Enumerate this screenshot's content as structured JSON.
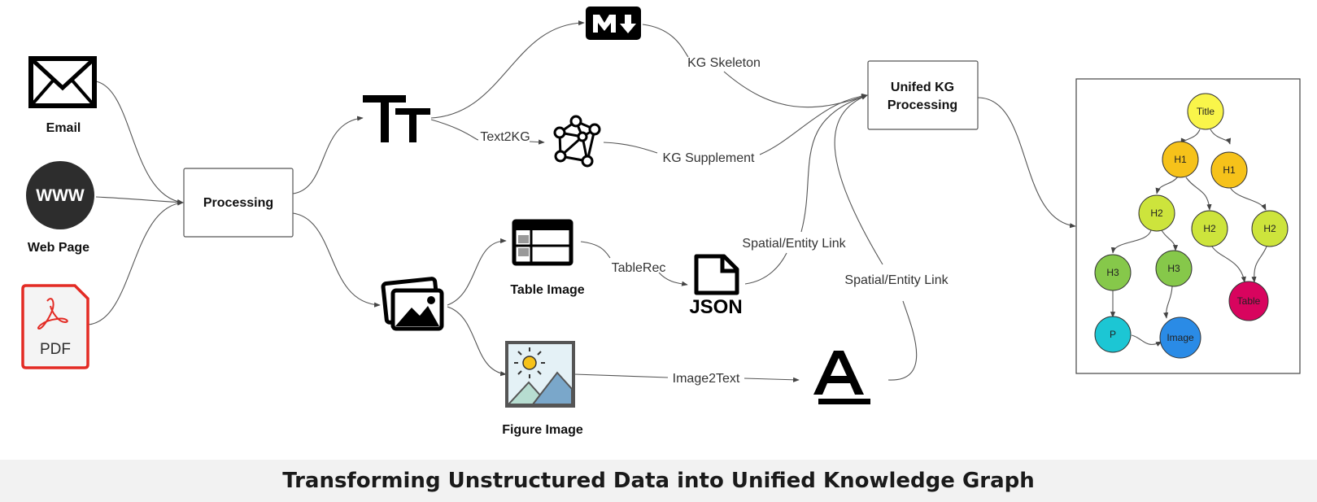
{
  "labels": {
    "email": "Email",
    "webpage": "Web Page",
    "www": "WWW",
    "pdf": "PDF",
    "processing": "Processing",
    "unified_line1": "Unifed KG",
    "unified_line2": "Processing",
    "kg_skeleton": "KG Skeleton",
    "text2kg": "Text2KG",
    "kg_supplement": "KG Supplement",
    "table_image": "Table Image",
    "tablerec": "TableRec",
    "json": "JSON",
    "spatial_link_1": "Spatial/Entity Link",
    "spatial_link_2": "Spatial/Entity Link",
    "figure_image": "Figure Image",
    "image2text": "Image2Text"
  },
  "icons": {
    "email": "envelope-icon",
    "webpage": "globe-www-icon",
    "pdf": "pdf-document-icon",
    "text": "text-tt-icon",
    "images": "images-icon",
    "markdown": "markdown-icon",
    "kg": "knowledge-graph-icon",
    "table": "table-icon",
    "json": "json-file-icon",
    "figure": "figure-image-icon",
    "font": "text-a-icon"
  },
  "kg_nodes": {
    "title": "Title",
    "h1a": "H1",
    "h1b": "H1",
    "h2a": "H2",
    "h2b": "H2",
    "h2c": "H2",
    "h3a": "H3",
    "h3b": "H3",
    "p": "P",
    "image": "Image",
    "table": "Table"
  },
  "node_colors": {
    "title": "#f9f54a",
    "h1": "#f6c21a",
    "h2": "#cde43c",
    "h3": "#86c84a",
    "p": "#1cc6d4",
    "image": "#2a8be6",
    "table": "#d8045e"
  },
  "footer": {
    "title": "Transforming Unstructured Data into Unified Knowledge Graph"
  }
}
